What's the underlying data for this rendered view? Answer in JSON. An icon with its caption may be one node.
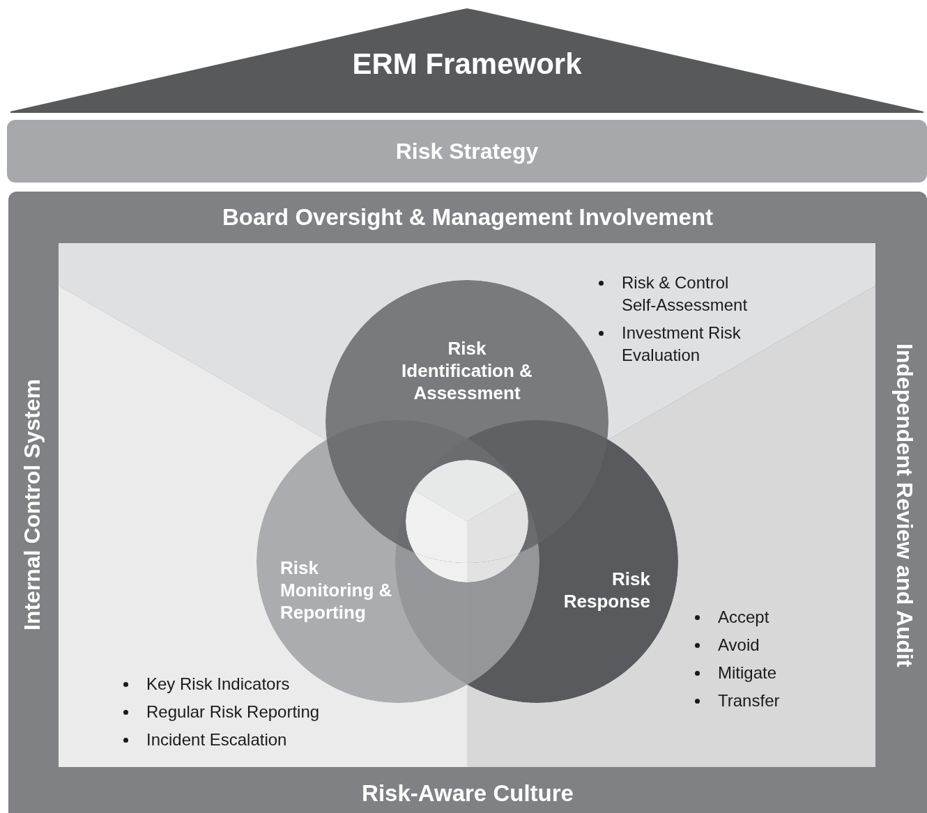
{
  "diagram": {
    "nodes": [
      {
        "text": [
          "ERM Framework"
        ]
      },
      {
        "text": [
          "Risk Strategy"
        ]
      },
      {
        "text": [
          "Board Oversight & Management Involvement",
          "Internal Control System",
          "Independent Review and Audit",
          "Risk-Aware Culture"
        ]
      },
      {
        "text": [
          "Risk Identification & Assessment"
        ],
        "in": 2,
        "beside": [
          "Risk & Control Self-Assessment",
          "Investment Risk Evaluation"
        ]
      },
      {
        "text": [
          "Risk Monitoring & Reporting"
        ],
        "in": 2,
        "beside": [
          "Key Risk Indicators",
          "Regular Risk Reporting",
          "Incident Escalation"
        ]
      },
      {
        "text": [
          "Risk Response"
        ],
        "in": 2,
        "beside": [
          "Accept",
          "Avoid",
          "Mitigate",
          "Transfer"
        ]
      },
      {
        "text": [],
        "shape": "circle"
      }
    ]
  }
}
